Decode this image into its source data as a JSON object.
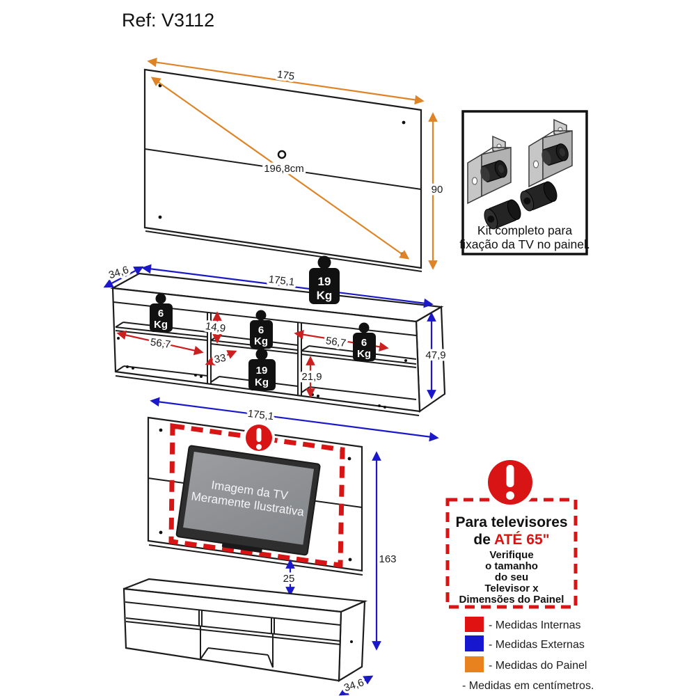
{
  "title": "Ref: V3112",
  "top_panel": {
    "width": "175",
    "height": "90",
    "diagonal": "196,8cm"
  },
  "kit_box": {
    "caption_line1": "Kit completo para",
    "caption_line2": "fixação da TV no painel."
  },
  "rack": {
    "depth": "34,6",
    "width": "175,1",
    "height": "47,9",
    "inner_left_width": "56,7",
    "inner_middle_height": "14,9",
    "inner_middle_width": "33",
    "inner_right_width": "56,7",
    "inner_right_height": "21,9",
    "weights": {
      "top": {
        "value": "19",
        "unit": "Kg"
      },
      "left": {
        "value": "6",
        "unit": "Kg"
      },
      "middle": {
        "value": "6",
        "unit": "Kg"
      },
      "middle_bottom": {
        "value": "19",
        "unit": "Kg"
      },
      "right": {
        "value": "6",
        "unit": "Kg"
      }
    }
  },
  "lower_assembly": {
    "width": "175,1",
    "tv_gap": "25",
    "total_height": "163",
    "depth": "34,6",
    "tv_caption_line1": "Imagem da TV",
    "tv_caption_line2": "Meramente Ilustrativa"
  },
  "warning_box": {
    "title_line1": "Para televisores",
    "title_line2_prefix": "de ",
    "title_line2_highlight": "ATÉ 65\"",
    "body_line1": "Verifique",
    "body_line2": "o tamanho",
    "body_line3": "do seu",
    "body_line4": "Televisor x",
    "body_line5": "Dimensões do Painel"
  },
  "legend": {
    "items": [
      {
        "color": "#e11212",
        "label": "- Medidas Internas"
      },
      {
        "color": "#1717cf",
        "label": "- Medidas Externas"
      },
      {
        "color": "#e8821e",
        "label": "- Medidas do Painel"
      }
    ],
    "note": "- Medidas em centímetros."
  }
}
